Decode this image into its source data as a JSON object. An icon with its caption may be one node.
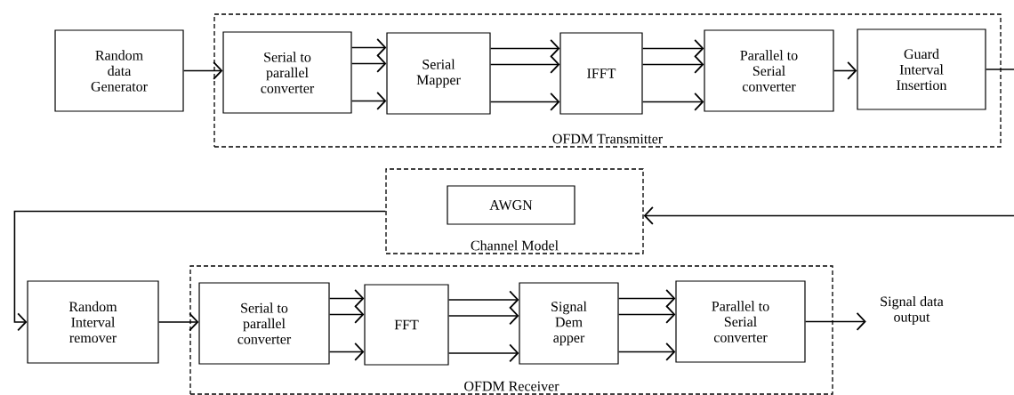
{
  "diagram": {
    "nodes": [
      {
        "text": [
          "Random data Generator"
        ]
      },
      {
        "text": [
          "OFDM Transmitter"
        ]
      },
      {
        "text": [
          "Serial to parallel converter"
        ],
        "in": 1
      },
      {
        "text": [
          "Serial Mapper"
        ],
        "in": 1
      },
      {
        "text": [
          "IFFT"
        ],
        "in": 1
      },
      {
        "text": [
          "Parallel to Serial converter"
        ],
        "in": 1
      },
      {
        "text": [
          "Guard Interval Insertion"
        ],
        "in": 1
      },
      {
        "text": [
          "Channel Model"
        ]
      },
      {
        "text": [
          "AWGN"
        ],
        "in": 7
      },
      {
        "text": [
          "Random Interval remover"
        ]
      },
      {
        "text": [
          "OFDM Receiver"
        ]
      },
      {
        "text": [
          "Serial to parallel converter"
        ],
        "in": 10
      },
      {
        "text": [
          "FFT"
        ],
        "in": 10
      },
      {
        "text": [
          "Signal Dem apper"
        ],
        "in": 10
      },
      {
        "text": [
          "Parallel to Serial converter"
        ],
        "in": 10
      },
      {
        "text": [
          "Signal data output"
        ]
      }
    ],
    "edges": [
      {
        "from": 0,
        "to": 2,
        "arrow": "to"
      },
      {
        "from": 2,
        "to": 3,
        "arrow": "to"
      },
      {
        "from": 2,
        "to": 3,
        "arrow": "to"
      },
      {
        "from": 2,
        "to": 3,
        "arrow": "to"
      },
      {
        "from": 3,
        "to": 4,
        "arrow": "to"
      },
      {
        "from": 3,
        "to": 4,
        "arrow": "to"
      },
      {
        "from": 3,
        "to": 4,
        "arrow": "to"
      },
      {
        "from": 4,
        "to": 5,
        "arrow": "to"
      },
      {
        "from": 4,
        "to": 5,
        "arrow": "to"
      },
      {
        "from": 4,
        "to": 5,
        "arrow": "to"
      },
      {
        "from": 5,
        "to": 6,
        "arrow": "to"
      },
      {
        "from": 6,
        "to": null,
        "arrow": "none"
      },
      {
        "from": null,
        "to": 7,
        "arrow": "to"
      },
      {
        "from": 7,
        "to": 9,
        "arrow": "to"
      },
      {
        "from": 9,
        "to": 11,
        "arrow": "to"
      },
      {
        "from": 11,
        "to": 12,
        "arrow": "to"
      },
      {
        "from": 11,
        "to": 12,
        "arrow": "to"
      },
      {
        "from": 11,
        "to": 12,
        "arrow": "to"
      },
      {
        "from": 12,
        "to": 13,
        "arrow": "to"
      },
      {
        "from": 12,
        "to": 13,
        "arrow": "to"
      },
      {
        "from": 12,
        "to": 13,
        "arrow": "to"
      },
      {
        "from": 13,
        "to": 14,
        "arrow": "to"
      },
      {
        "from": 13,
        "to": 14,
        "arrow": "to"
      },
      {
        "from": 13,
        "to": 14,
        "arrow": "to"
      },
      {
        "from": 14,
        "to": 15,
        "arrow": "to"
      }
    ]
  }
}
